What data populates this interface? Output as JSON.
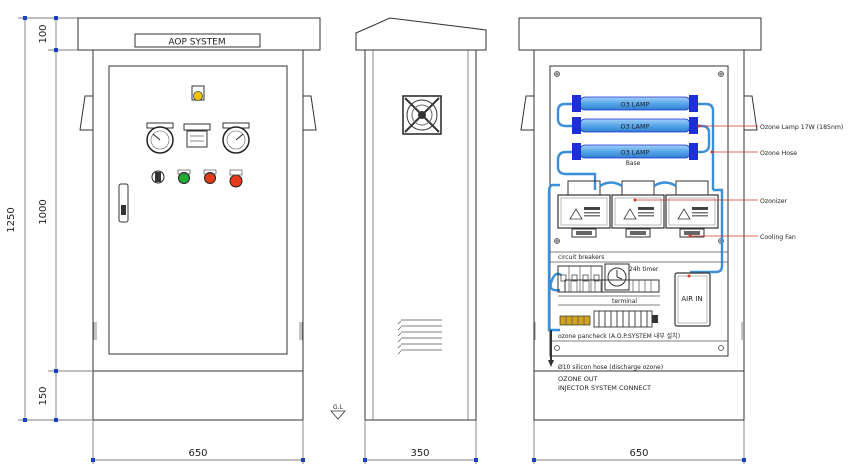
{
  "title_plate": "AOP SYSTEM",
  "dimensions": {
    "total_height": "1250",
    "top_height": "100",
    "body_height": "1000",
    "base_height": "150",
    "front_width": "650",
    "side_width": "350",
    "rear_width": "650"
  },
  "ground_label": "G.L",
  "lamps": [
    "O3 LAMP",
    "O3 LAMP",
    "O3 LAMP"
  ],
  "base_label": "Base",
  "callouts": {
    "lamp": "Ozone Lamp 17W (185nm)",
    "hose": "Ozone Hose",
    "ozonizer": "Ozonizer",
    "fan": "Cooling Fan"
  },
  "internal_labels": {
    "breakers": "circuit breakers",
    "timer": "24h timer",
    "terminal": "terminal",
    "air_in": "AIR IN",
    "pancheck": "ozone pancheck (A.O.P.SYSTEM 내부 설치)",
    "silicon_hose": "Ø10 silicon hose (discharge ozone)",
    "ozone_out": "OZONE OUT",
    "injector": "INJECTOR SYSTEM CONNECT"
  },
  "colors": {
    "lamp_blue": "#5aa8e8",
    "lamp_cap": "#1e2fd6",
    "hose_blue": "#3a8fd8",
    "lamp_green": "#22aa33",
    "lamp_red": "#e23a1a",
    "lamp_yellow": "#f2c200"
  }
}
